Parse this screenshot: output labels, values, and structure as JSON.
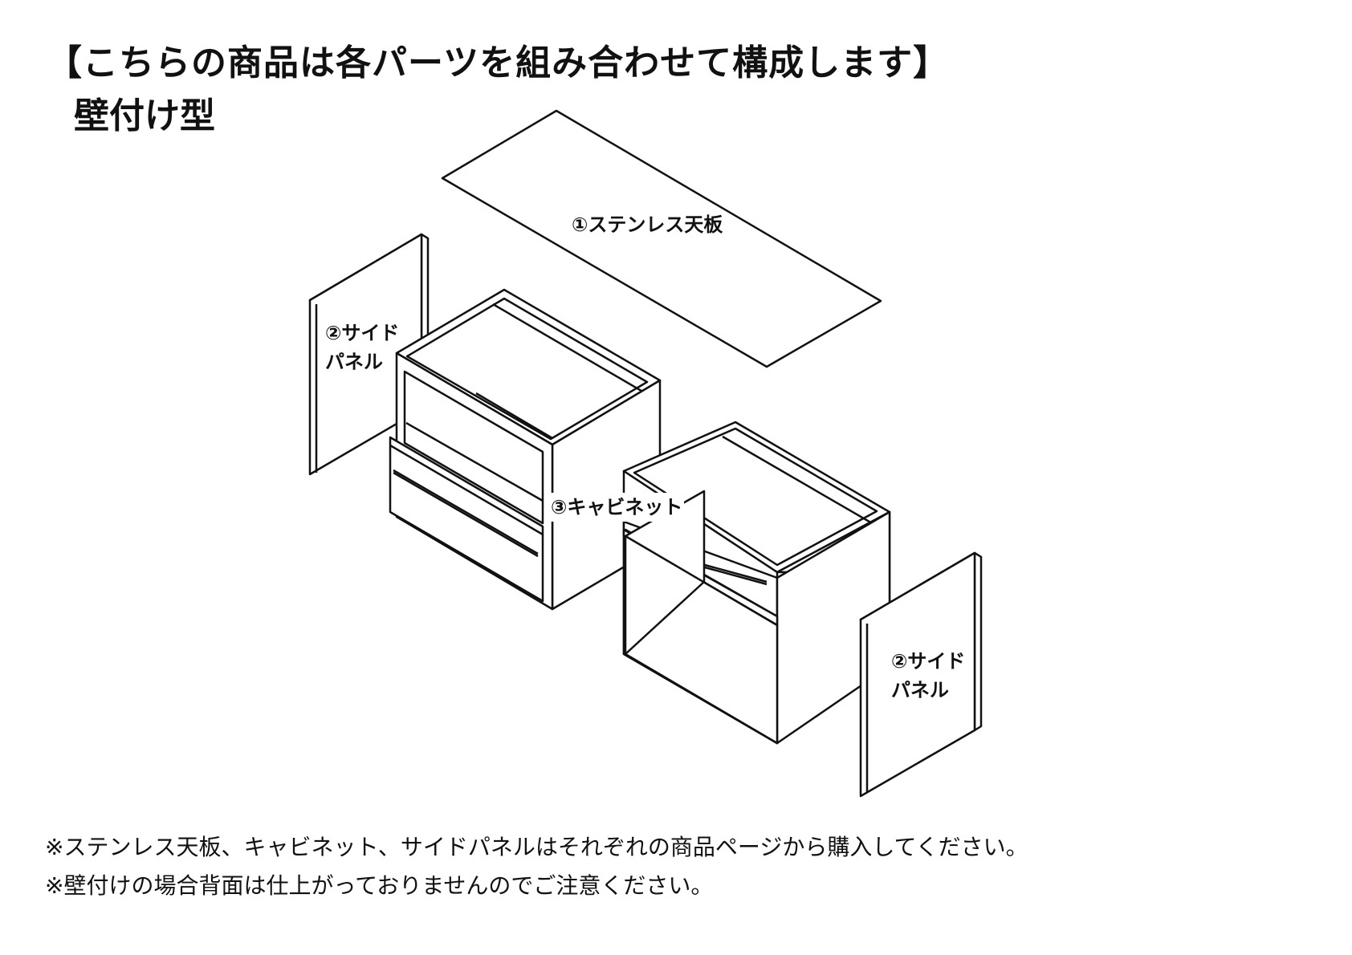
{
  "header": {
    "title": "【こちらの商品は各パーツを組み合わせて構成します】",
    "subtitle": "壁付け型"
  },
  "parts": {
    "top": "①ステンレス天板",
    "side_left_line1": "②サイド",
    "side_left_line2": "パネル",
    "cabinet": "③キャビネット",
    "side_right_line1": "②サイド",
    "side_right_line2": "パネル"
  },
  "notes": [
    "※ステンレス天板、キャビネット、サイドパネルはそれぞれの商品ページから購入してください。",
    "※壁付けの場合背面は仕上がっておりませんのでご注意ください。"
  ]
}
